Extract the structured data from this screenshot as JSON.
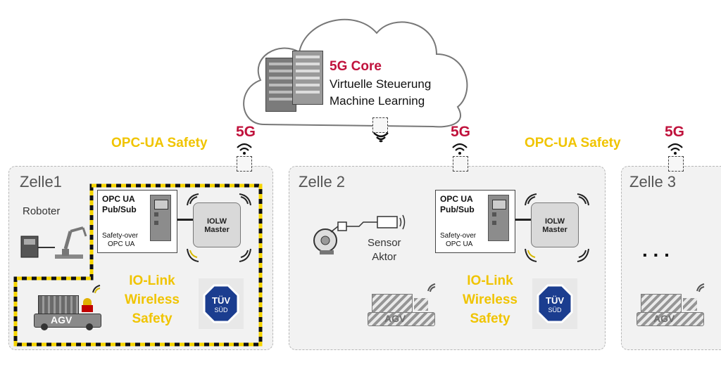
{
  "cloud": {
    "title": "5G Core",
    "line1": "Virtuelle Steuerung",
    "line2": "Machine Learning"
  },
  "labels": {
    "opc_ua_safety_left": "OPC-UA Safety",
    "opc_ua_safety_right": "OPC-UA Safety",
    "five_g_1": "5G",
    "five_g_2": "5G",
    "five_g_3": "5G"
  },
  "cell1": {
    "title": "Zelle1",
    "robot_label": "Roboter",
    "controller": {
      "line1": "OPC UA",
      "line2": "Pub/Sub",
      "line3": "Safety-over",
      "line4": "OPC UA"
    },
    "iolw": {
      "line1": "IOLW",
      "line2": "Master"
    },
    "wireless_safety": {
      "line1": "IO-Link",
      "line2": "Wireless",
      "line3": "Safety"
    },
    "agv_label": "AGV",
    "tuv": {
      "line1": "TÜV",
      "line2": "SÜD"
    }
  },
  "cell2": {
    "title": "Zelle 2",
    "sensor_label": {
      "line1": "Sensor",
      "line2": "Aktor"
    },
    "controller": {
      "line1": "OPC UA",
      "line2": "Pub/Sub",
      "line3": "Safety-over",
      "line4": "OPC UA"
    },
    "iolw": {
      "line1": "IOLW",
      "line2": "Master"
    },
    "wireless_safety": {
      "line1": "IO-Link",
      "line2": "Wireless",
      "line3": "Safety"
    },
    "agv_label": "AGV",
    "tuv": {
      "line1": "TÜV",
      "line2": "SÜD"
    }
  },
  "cell3": {
    "title": "Zelle 3",
    "ellipsis": ". . .",
    "agv_label": "AGV"
  },
  "colors": {
    "accent_red": "#c0123c",
    "safety_yellow": "#f0c400",
    "tuv_blue": "#1b3d8f"
  }
}
